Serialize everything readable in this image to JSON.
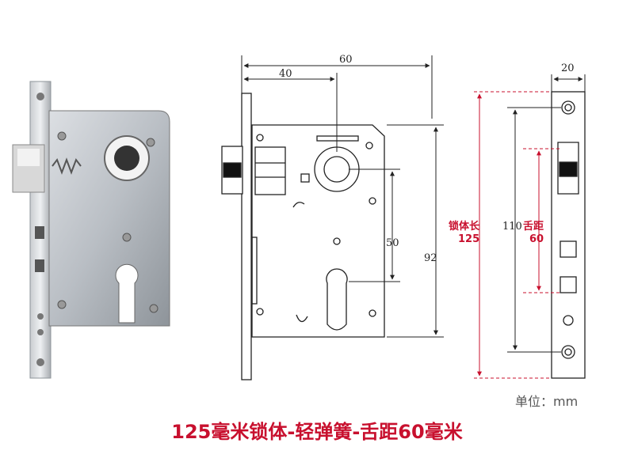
{
  "dimensions": {
    "overall_width": "60",
    "backset": "40",
    "side_width": "20",
    "center_distance": "50",
    "body_height": "92",
    "faceplate_length": "110"
  },
  "annotations": {
    "body_length_label": "锁体长",
    "body_length_value": "125",
    "latch_distance_label": "舌距",
    "latch_distance_value": "60"
  },
  "unit_label": "单位：mm",
  "caption": "125毫米锁体-轻弹簧-舌距60毫米",
  "colors": {
    "accent": "#c8102e",
    "line": "#222222"
  }
}
